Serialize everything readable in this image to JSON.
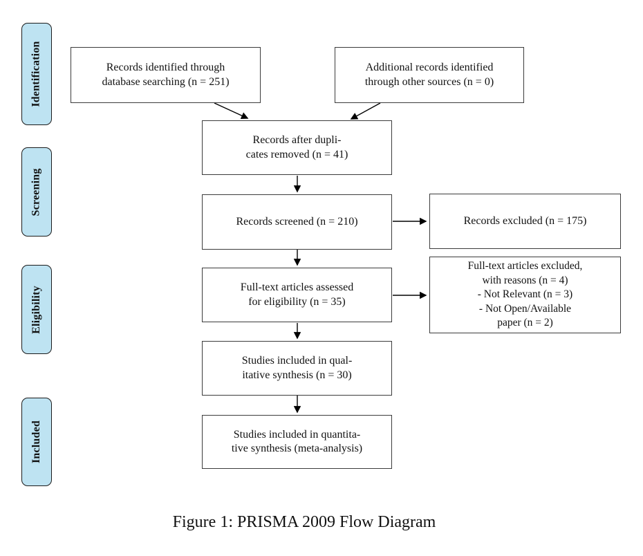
{
  "figure": {
    "caption": "Figure 1: PRISMA 2009 Flow Diagram"
  },
  "stages": {
    "identification": "Identification",
    "screening": "Screening",
    "eligibility": "Eligibility",
    "included": "Included"
  },
  "boxes": {
    "records_identified": "Records identified through\ndatabase searching (n = 251)",
    "additional_records": "Additional records identified\nthrough other sources (n = 0)",
    "duplicates_removed": "Records after dupli-\ncates removed (n = 41)",
    "records_screened": "Records screened (n = 210)",
    "records_excluded": "Records excluded (n = 175)",
    "fulltext_assessed": "Full-text articles assessed\nfor eligibility (n = 35)",
    "fulltext_excluded": "Full-text articles excluded,\nwith reasons (n = 4)\n- Not Relevant (n = 3)\n- Not Open/Available\npaper (n = 2)",
    "qualitative_synthesis": "Studies included in qual-\nitative synthesis (n = 30)",
    "quantitative_synthesis": "Studies included in quantita-\ntive synthesis (meta-analysis)"
  },
  "counts": {
    "database_searching": 251,
    "other_sources": 0,
    "after_duplicates": 41,
    "screened": 210,
    "excluded": 175,
    "fulltext_assessed": 35,
    "fulltext_excluded": 4,
    "not_relevant": 3,
    "not_open_available": 2,
    "qualitative": 30
  },
  "colors": {
    "stage_fill": "#bee3f2",
    "stage_border": "#1a1a1a",
    "box_border": "#3a3a3a",
    "arrow": "#000000",
    "background": "#ffffff"
  }
}
